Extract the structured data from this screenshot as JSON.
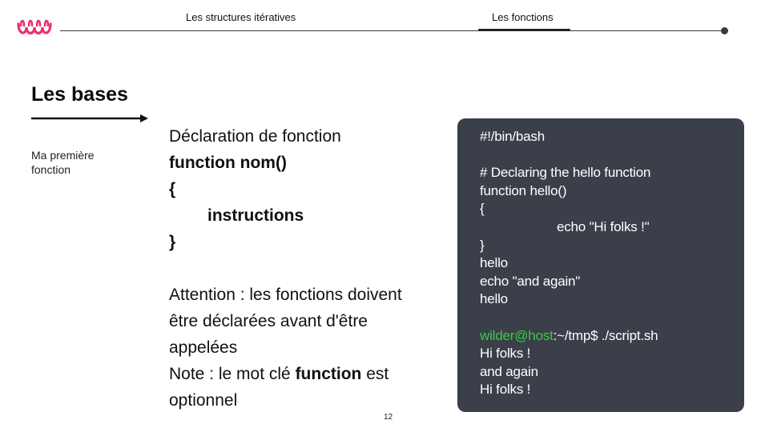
{
  "header": {
    "logo_icon": "wild-code-school-logo",
    "nav": [
      {
        "label": "Les structures itératives"
      },
      {
        "label": "Les fonctions"
      }
    ]
  },
  "section": {
    "title": "Les bases",
    "side_label": "Ma première fonction"
  },
  "content": {
    "l1": "Déclaration de fonction",
    "l2": "function nom()",
    "l3": "{",
    "l4": "instructions",
    "l5": "}",
    "l6": "Attention : les fonctions doivent",
    "l7": "être déclarées avant d'être",
    "l8": "appelées",
    "l9_pre": "Note : le mot clé ",
    "l9_b": "function",
    "l9_post": " est",
    "l10": "optionnel"
  },
  "code": {
    "c1": "#!/bin/bash",
    "c2": "# Declaring the hello function",
    "c3": "function hello()",
    "c4": "{",
    "c5": "echo \"Hi folks !\"",
    "c6": "}",
    "c7": "hello",
    "c8": "echo \"and again\"",
    "c9": "hello",
    "prompt_user": "wilder@host",
    "prompt_rest": ":~/tmp$ ./script.sh",
    "o1": "Hi folks !",
    "o2": "and again",
    "o3": "Hi folks !"
  },
  "colors": {
    "code_bg": "#3b3f4a",
    "prompt_green": "#35d03a",
    "logo_pink": "#e8336e"
  },
  "footer": {
    "page_number": "12"
  }
}
